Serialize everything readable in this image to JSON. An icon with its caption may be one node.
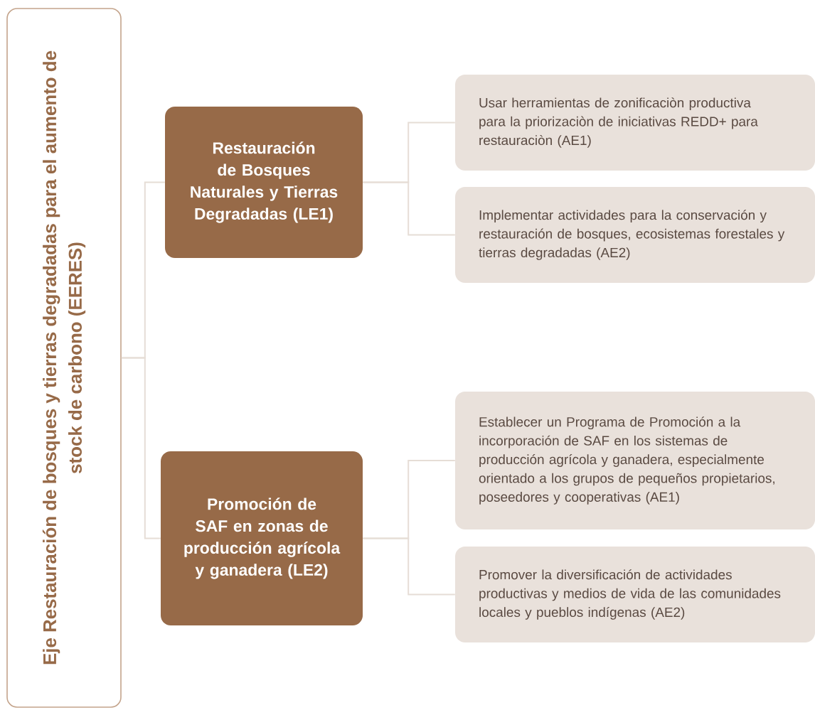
{
  "diagram": {
    "nodes": [
      {
        "text": [
          "Eje Restauración de bosques y tierras degradadas para el aumento de stock de carbono (EERES)"
        ]
      },
      {
        "text": [
          "Restauración de Bosques Naturales y Tierras Degradadas (LE1)"
        ]
      },
      {
        "text": [
          "Usar herramientas de zonificaciòn productiva para la priorizaciòn de iniciativas REDD+ para restauraciòn (AE1)"
        ]
      },
      {
        "text": [
          "Implementar actividades para la conservación y restauración de bosques, ecosistemas forestales y tierras degradadas (AE2)"
        ]
      },
      {
        "text": [
          "Promoción de SAF en zonas de producción agrícola y ganadera (LE2)"
        ]
      },
      {
        "text": [
          "Establecer un Programa de Promoción a la incorporación de SAF en los sistemas de producción agrícola y ganadera, especialmente orientado a los grupos de pequeños propietarios, poseedores y cooperativas (AE1)"
        ]
      },
      {
        "text": [
          "Promover la diversificación de actividades productivas y medios de vida de las comunidades locales y pueblos indígenas (AE2)"
        ]
      }
    ],
    "edges": [
      {
        "from": 0,
        "to": 1,
        "arrow": "none"
      },
      {
        "from": 0,
        "to": 4,
        "arrow": "none"
      },
      {
        "from": 1,
        "to": 2,
        "arrow": "none"
      },
      {
        "from": 1,
        "to": 3,
        "arrow": "none"
      },
      {
        "from": 4,
        "to": 5,
        "arrow": "none"
      },
      {
        "from": 4,
        "to": 6,
        "arrow": "none"
      }
    ]
  }
}
